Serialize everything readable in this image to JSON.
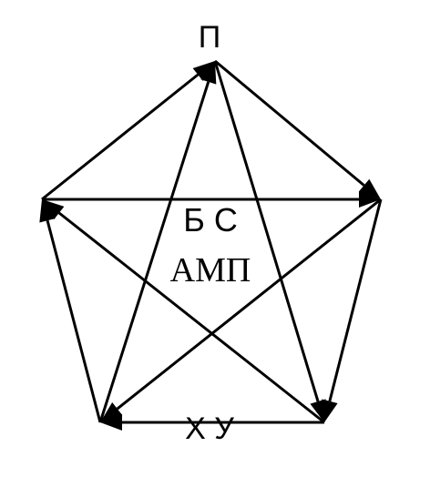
{
  "diagram": {
    "nodes": [
      {
        "id": "top",
        "label": "П"
      },
      {
        "id": "right",
        "label": ""
      },
      {
        "id": "bottom_right",
        "label": ""
      },
      {
        "id": "bottom_left",
        "label": "Х У"
      },
      {
        "id": "left",
        "label": ""
      }
    ],
    "center_labels": {
      "top": "Б С",
      "bottom": "АМП"
    },
    "edges": [
      {
        "from": "left",
        "to": "top"
      },
      {
        "from": "top",
        "to": "right"
      },
      {
        "from": "right",
        "to": "bottom_right"
      },
      {
        "from": "bottom_right",
        "to": "bottom_left"
      },
      {
        "from": "bottom_left",
        "to": "left"
      },
      {
        "from": "left",
        "to": "right"
      },
      {
        "from": "bottom_left",
        "to": "top"
      },
      {
        "from": "top",
        "to": "bottom_right"
      },
      {
        "from": "right",
        "to": "bottom_left"
      },
      {
        "from": "bottom_right",
        "to": "left"
      }
    ],
    "colors": {
      "stroke": "#000000",
      "background": "#ffffff"
    }
  }
}
